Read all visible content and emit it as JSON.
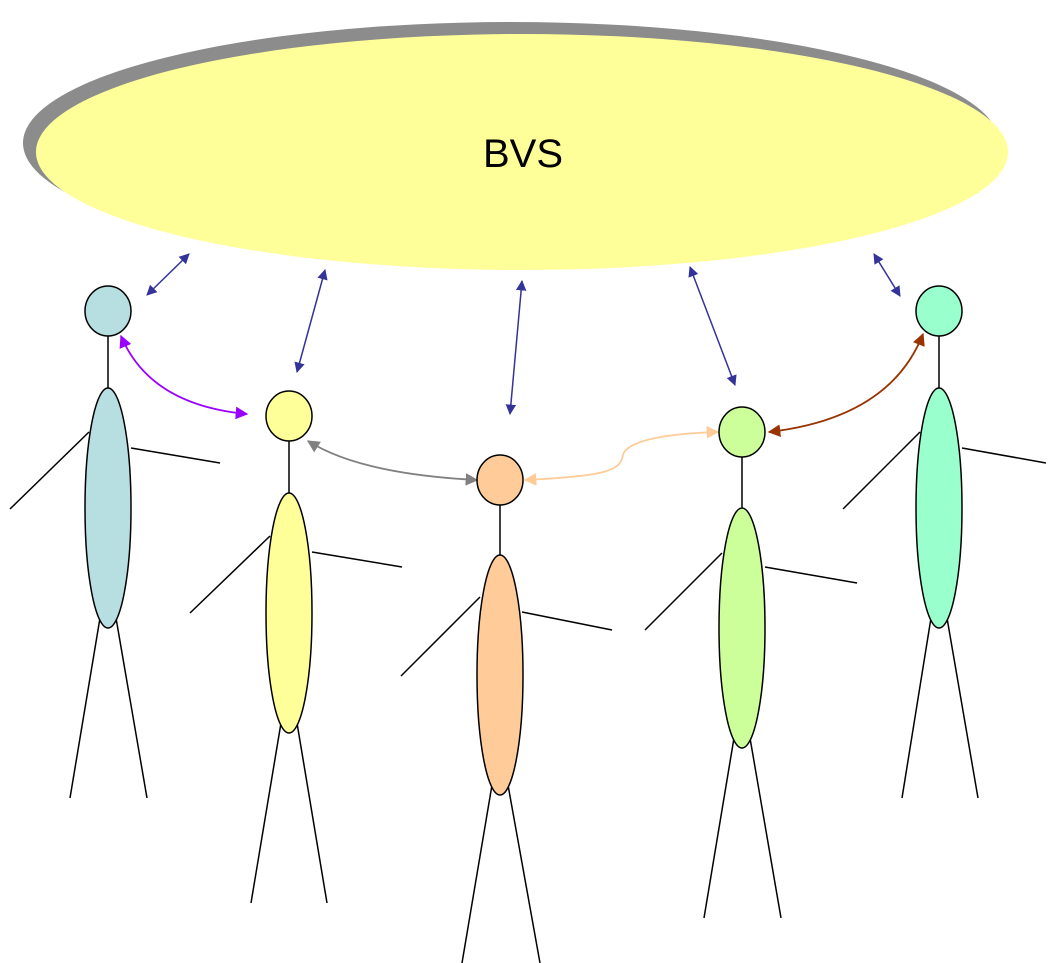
{
  "central_node": {
    "label": "BVS",
    "fill": "#ffff99",
    "shadow": "#808080"
  },
  "people": [
    {
      "name": "person-1",
      "fill": "#b7dee1"
    },
    {
      "name": "person-2",
      "fill": "#ffff99"
    },
    {
      "name": "person-3",
      "fill": "#ffcc99"
    },
    {
      "name": "person-4",
      "fill": "#ccff99"
    },
    {
      "name": "person-5",
      "fill": "#99ffcc"
    }
  ],
  "connections": {
    "to_central_color": "#333399",
    "peer_links": [
      {
        "from": "person-1",
        "to": "person-2",
        "color": "#9900ff"
      },
      {
        "from": "person-2",
        "to": "person-3",
        "color": "#808080"
      },
      {
        "from": "person-3",
        "to": "person-4",
        "color": "#ffcc99"
      },
      {
        "from": "person-4",
        "to": "person-5",
        "color": "#993300"
      }
    ]
  }
}
